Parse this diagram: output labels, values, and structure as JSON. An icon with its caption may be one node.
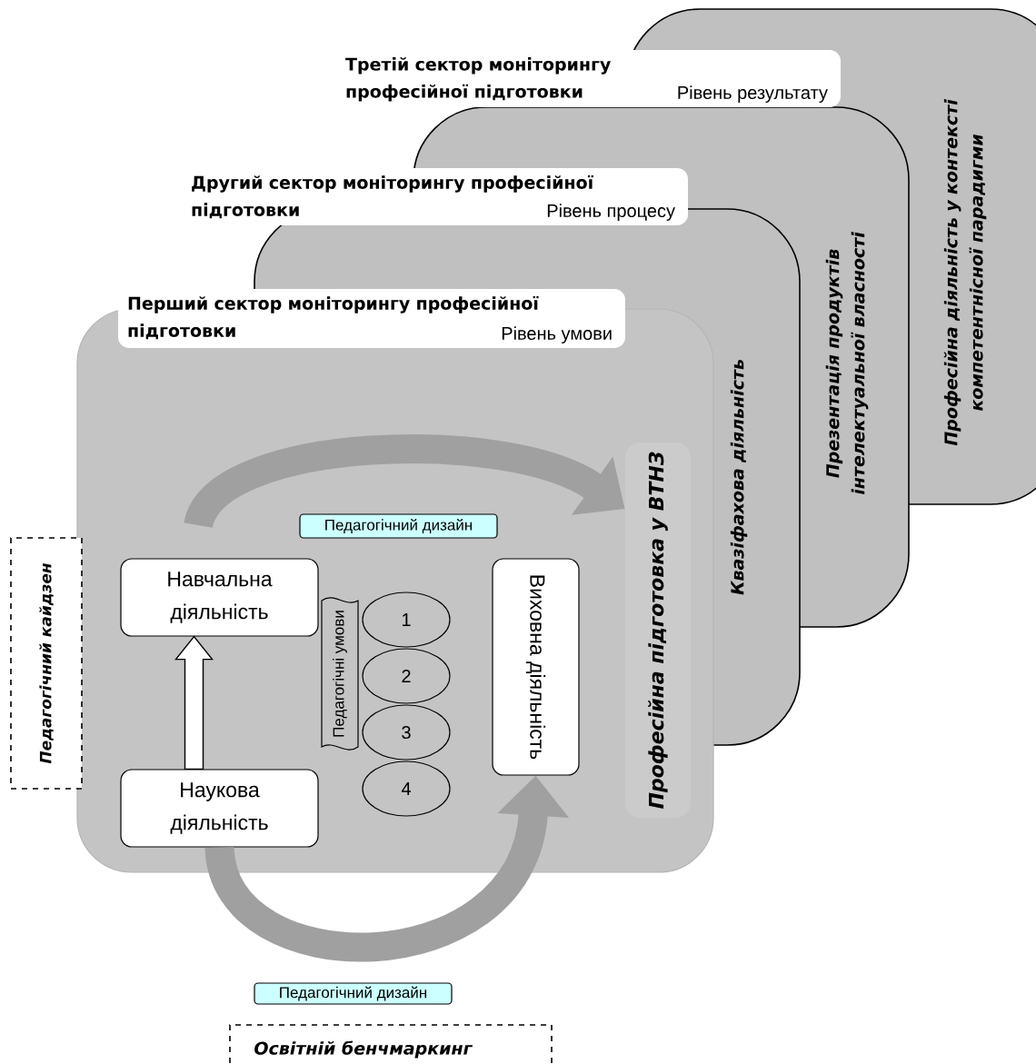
{
  "diagram": {
    "nodes": [
      {
        "text": [
          "Професійна діяльність у контексті компетентнісної парадигми"
        ]
      },
      {
        "text": [],
        "shape": "box"
      },
      {
        "text": [
          "Третій сектор моніторингу професійної підготовки",
          "Рівень результату"
        ]
      },
      {
        "text": [],
        "shape": "box"
      },
      {
        "text": [
          "Другий сектор моніторингу професійної підготовки",
          "Рівень процесу"
        ]
      },
      {
        "text": [],
        "shape": "box"
      },
      {
        "text": [
          "Перший сектор моніторингу професійної підготовки",
          "Рівень умови"
        ]
      },
      {
        "text": [
          "Професійна підготовка у ВТНЗ"
        ],
        "in": 5
      },
      {
        "text": [
          "Навчальна діяльність"
        ],
        "in": 5
      },
      {
        "text": [
          "Наукова діяльність"
        ],
        "in": 5
      },
      {
        "text": [
          "Виховна діяльність"
        ],
        "in": 5
      },
      {
        "text": [
          "1"
        ]
      },
      {
        "text": [
          "2"
        ]
      },
      {
        "text": [
          "3"
        ],
        "in": 5
      },
      {
        "text": [
          "4"
        ],
        "in": 5
      },
      {
        "text": [
          "Педагогічні умови"
        ]
      },
      {
        "text": [
          "Педагогічний дизайн"
        ]
      },
      {
        "text": [
          "Педагогічний дизайн"
        ]
      },
      {
        "text": [
          "Педагогічний кайдзен"
        ]
      },
      {
        "text": [
          "Освітній бенчмаркинг"
        ]
      }
    ],
    "edges": [
      {
        "from": null,
        "to": 7,
        "arrow": "to"
      },
      {
        "from": 9,
        "to": 8,
        "arrow": "to"
      },
      {
        "from": 9,
        "to": 10,
        "arrow": "to"
      }
    ],
    "labels": [
      "Презентація продуктів інтелектуальної власності",
      "Квазіфахова діяльність"
    ]
  }
}
